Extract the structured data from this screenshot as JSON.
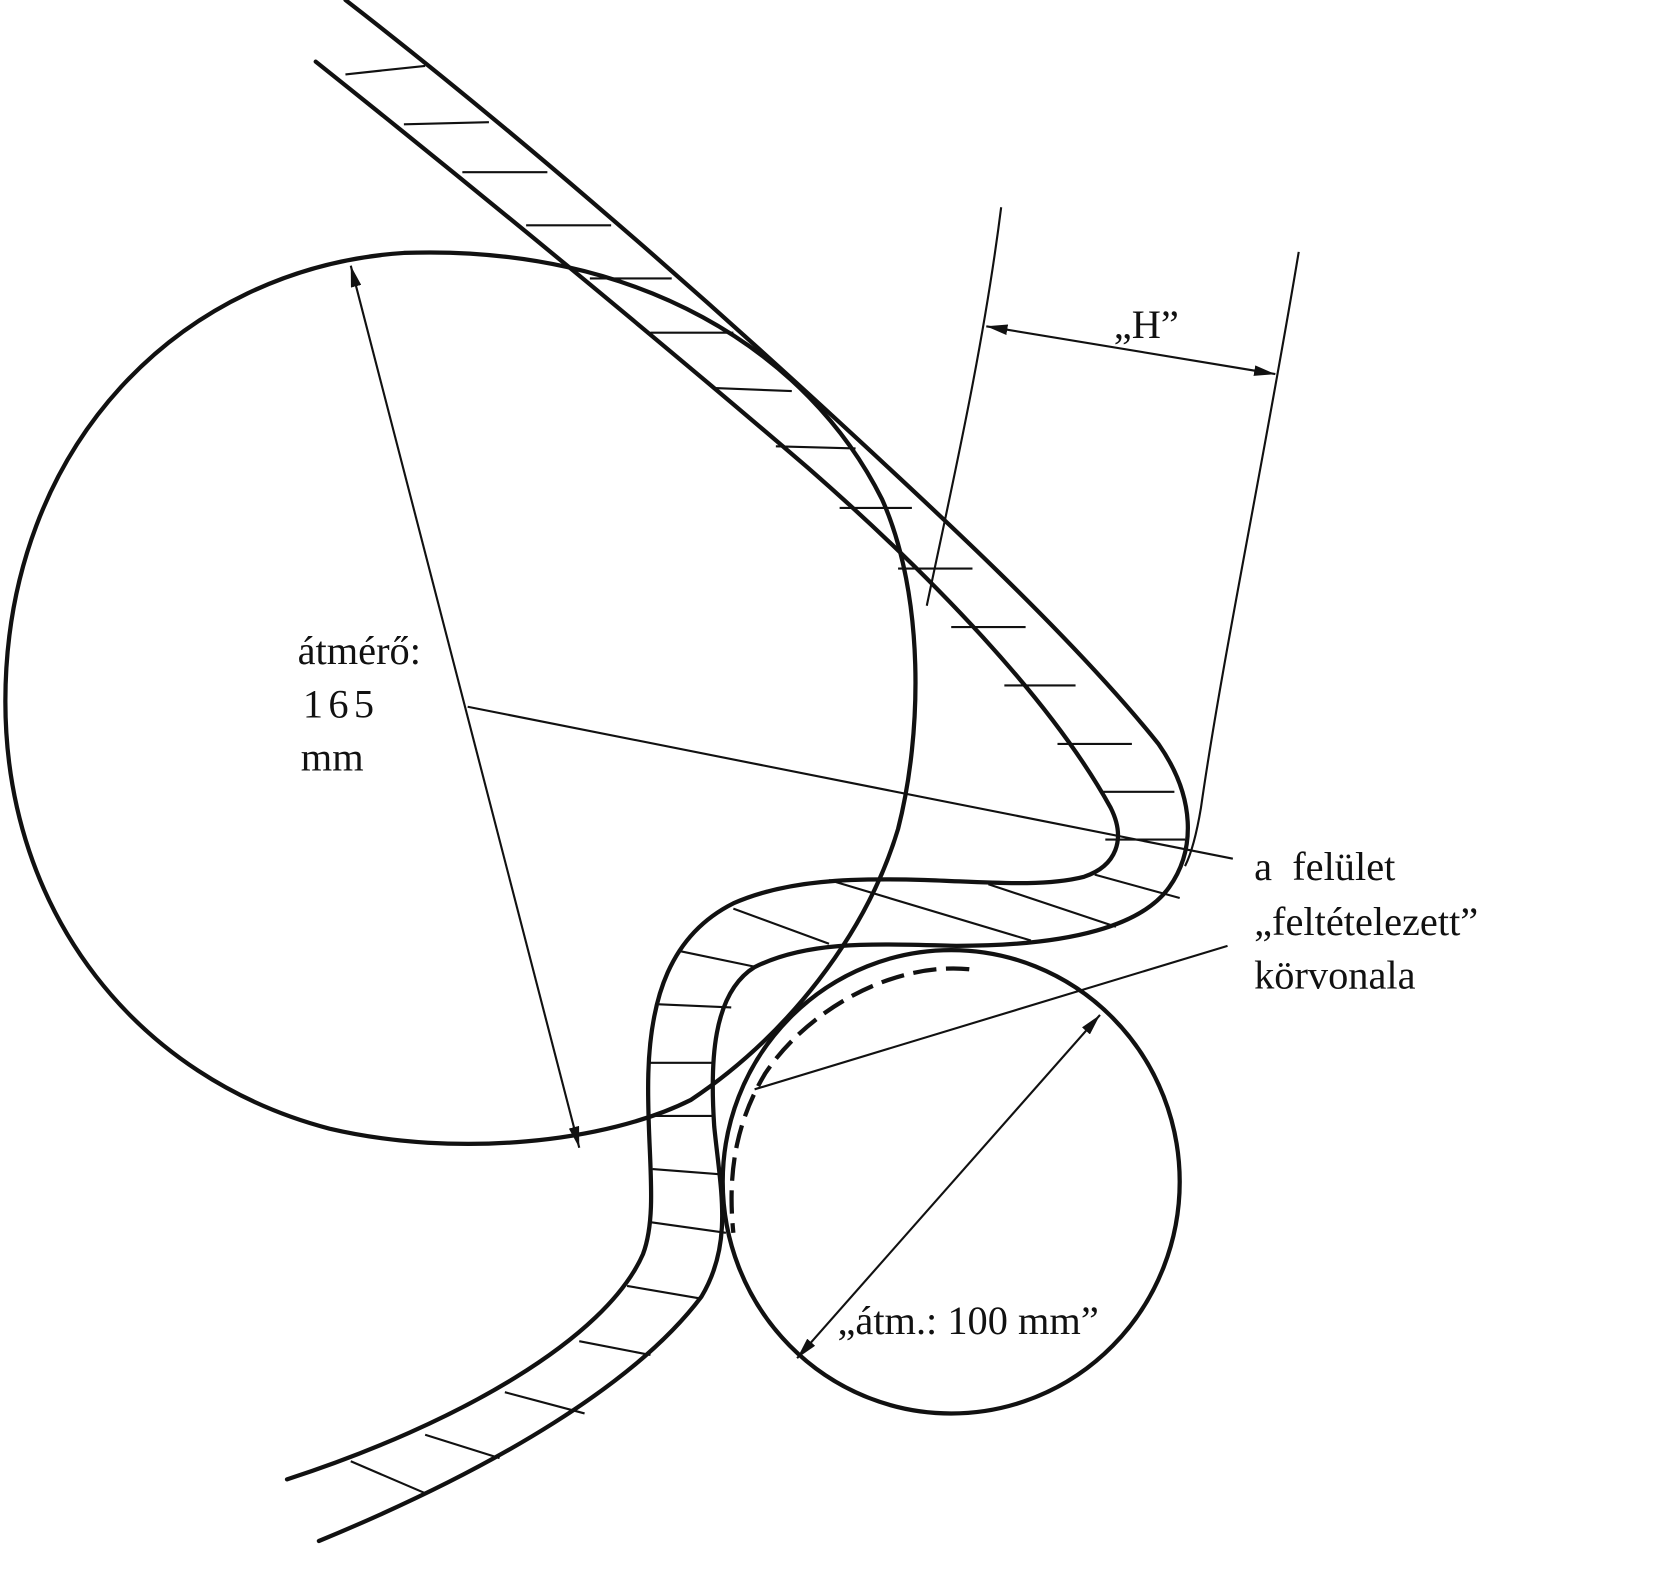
{
  "labels": {
    "diameter_large": [
      "átmérő:",
      "165",
      "mm"
    ],
    "dimension_h": "„H”",
    "diameter_small": "„átm.: 100 mm”",
    "surface_note": [
      "a  felület",
      "„feltételezett”",
      "körvonala"
    ]
  },
  "colors": {
    "ink": "#111111",
    "paper": "#ffffff"
  }
}
